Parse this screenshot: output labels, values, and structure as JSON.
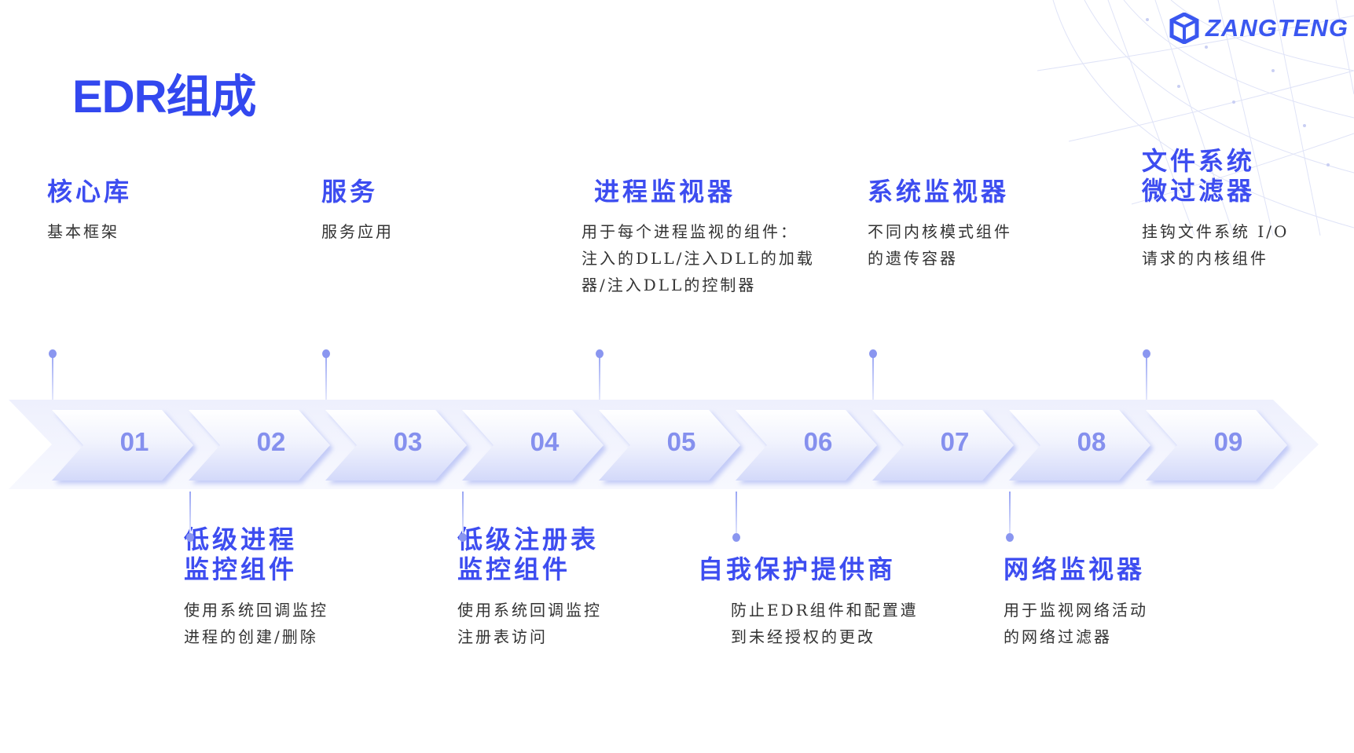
{
  "brand": {
    "name": "ZANGTENG",
    "color": "#3a57f0"
  },
  "title": "EDR组成",
  "accent": "#3d4df0",
  "steps": [
    "01",
    "02",
    "03",
    "04",
    "05",
    "06",
    "07",
    "08",
    "09"
  ],
  "top_items": [
    {
      "title": [
        "核心库"
      ],
      "desc": [
        "基本框架"
      ]
    },
    {
      "title": [
        "服务"
      ],
      "desc": [
        "服务应用"
      ]
    },
    {
      "title": [
        "进程监视器"
      ],
      "desc": [
        "用于每个进程监视的组件：",
        "注入的DLL/注入DLL的加载",
        "器/注入DLL的控制器"
      ]
    },
    {
      "title": [
        "系统监视器"
      ],
      "desc": [
        "不同内核模式组件",
        "的遗传容器"
      ]
    },
    {
      "title": [
        "文件系统",
        "微过滤器"
      ],
      "desc": [
        "挂钩文件系统 I/O",
        "请求的内核组件"
      ]
    }
  ],
  "bottom_items": [
    {
      "title": [
        "低级进程",
        "监控组件"
      ],
      "desc": [
        "使用系统回调监控",
        "进程的创建/删除"
      ]
    },
    {
      "title": [
        "低级注册表",
        "监控组件"
      ],
      "desc": [
        "使用系统回调监控",
        "注册表访问"
      ]
    },
    {
      "title": [
        "自我保护提供商"
      ],
      "desc": [
        "防止EDR组件和配置遭",
        "到未经授权的更改"
      ]
    },
    {
      "title": [
        "网络监视器"
      ],
      "desc": [
        "用于监视网络活动",
        "的网络过滤器"
      ]
    }
  ]
}
